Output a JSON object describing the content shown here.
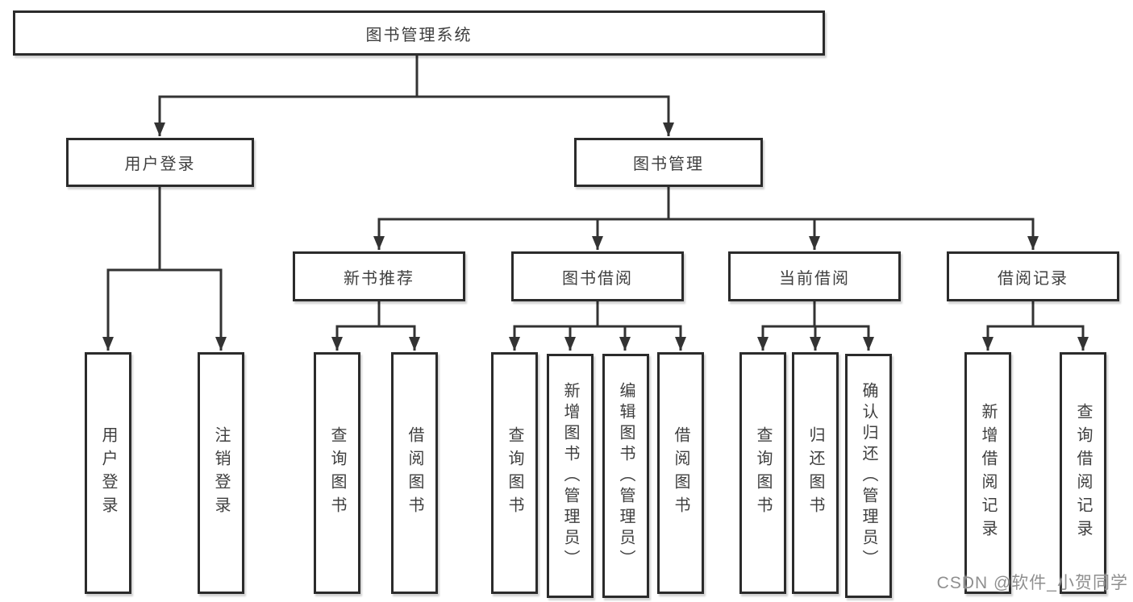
{
  "diagram": {
    "root": "图书管理系统",
    "level2": {
      "login": "用户登录",
      "management": "图书管理"
    },
    "level3": {
      "newbook": "新书推荐",
      "borrow": "图书借阅",
      "current": "当前借阅",
      "records": "借阅记录"
    },
    "leaves": {
      "login": [
        "用户登录",
        "注销登录"
      ],
      "newbook": [
        "查询图书",
        "借阅图书"
      ],
      "borrow": [
        "查询图书",
        "新增图书（管理员）",
        "编辑图书（管理员）",
        "借阅图书"
      ],
      "current": [
        "查询图书",
        "归还图书",
        "确认归还（管理员）"
      ],
      "records": [
        "新增借阅记录",
        "查询借阅记录"
      ]
    }
  },
  "watermark": "CSDN @软件_小贺同学",
  "colors": {
    "line": "#333333",
    "border": "#2b2b2b",
    "text": "#3f3f3f",
    "watermark": "#8f8f8f",
    "background": "#ffffff"
  }
}
